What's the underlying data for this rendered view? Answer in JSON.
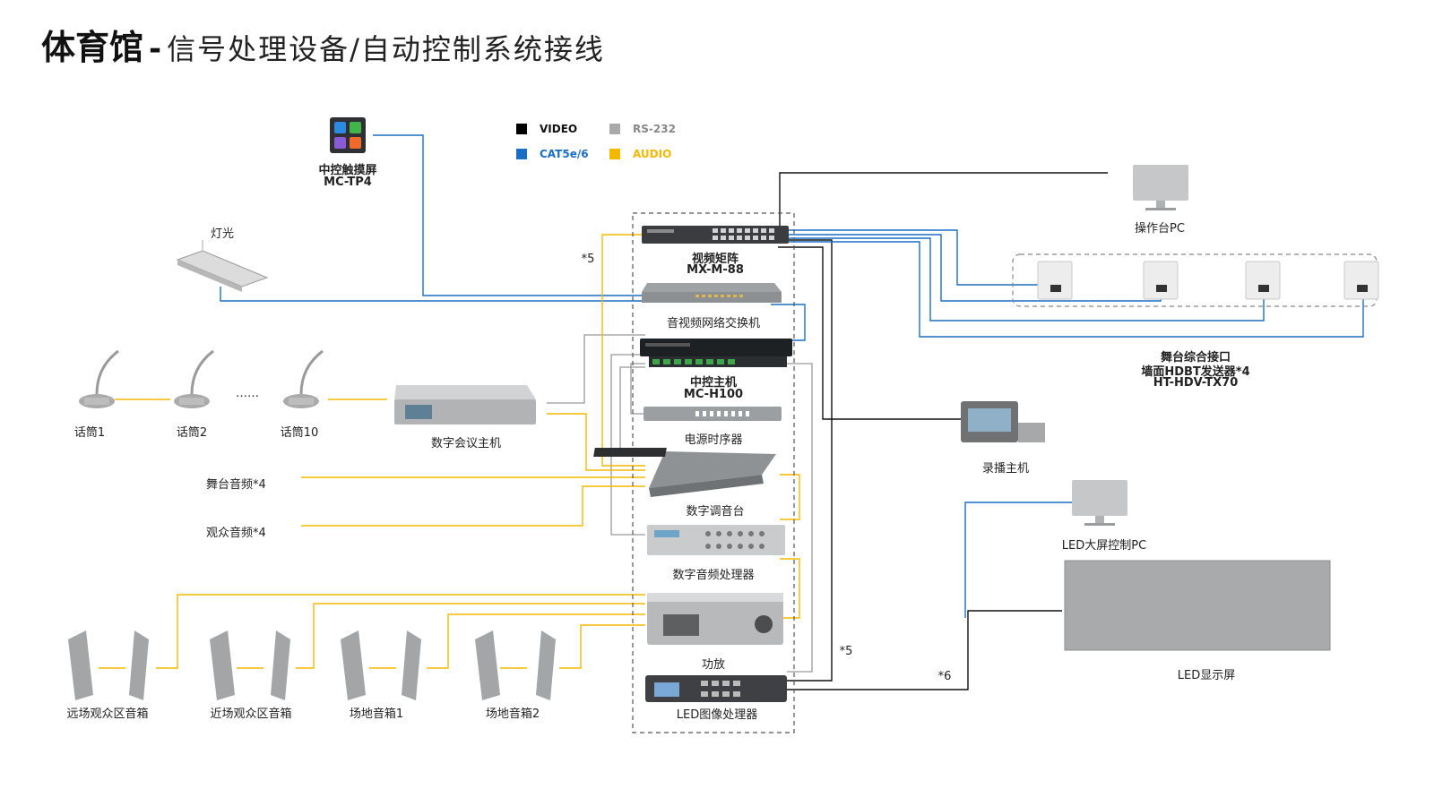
{
  "title": {
    "main": "体育馆",
    "separator": "-",
    "sub": "信号处理设备/自动控制系统接线"
  },
  "legend": [
    {
      "label": "VIDEO",
      "color": "#000000"
    },
    {
      "label": "RS-232",
      "color": "#aaaaaa"
    },
    {
      "label": "CAT5e/6",
      "color": "#1a6fc4"
    },
    {
      "label": "AUDIO",
      "color": "#f5b800"
    }
  ],
  "colors": {
    "video": "#000000",
    "rs232": "#aaaaaa",
    "cat": "#1a6fc4",
    "audio": "#f5b800"
  },
  "devices": {
    "touchscreen": {
      "name": "中控触摸屏",
      "model": "MC-TP4"
    },
    "lighting": {
      "name": "灯光"
    },
    "matrix": {
      "name": "视频矩阵",
      "model": "MX-M-88"
    },
    "switch": {
      "name": "音视频网络交换机"
    },
    "controller": {
      "name": "中控主机",
      "model": "MC-H100"
    },
    "sequencer": {
      "name": "电源时序器"
    },
    "mixer": {
      "name": "数字调音台"
    },
    "dsp": {
      "name": "数字音频处理器"
    },
    "amp": {
      "name": "功放"
    },
    "led_processor": {
      "name": "LED图像处理器"
    },
    "conference": {
      "name": "数字会议主机"
    },
    "mics": [
      "话筒1",
      "话筒2",
      "话筒10"
    ],
    "mic_ellipsis": "……",
    "stage_audio": "舞台音频*4",
    "audience_audio": "观众音频*4",
    "speakers": [
      "远场观众区音箱",
      "近场观众区音箱",
      "场地音箱1",
      "场地音箱2"
    ],
    "console_pc": {
      "name": "操作台PC"
    },
    "hdbt": {
      "line1": "舞台综合接口",
      "line2": "墙面HDBT发送器*4",
      "line3": "HT-HDV-TX70"
    },
    "recorder": {
      "name": "录播主机"
    },
    "led_pc": {
      "name": "LED大屏控制PC"
    },
    "led_screen": {
      "name": "LED显示屏"
    }
  },
  "annotations": {
    "x5_top": "*5",
    "x5_bottom": "*5",
    "x6": "*6"
  }
}
